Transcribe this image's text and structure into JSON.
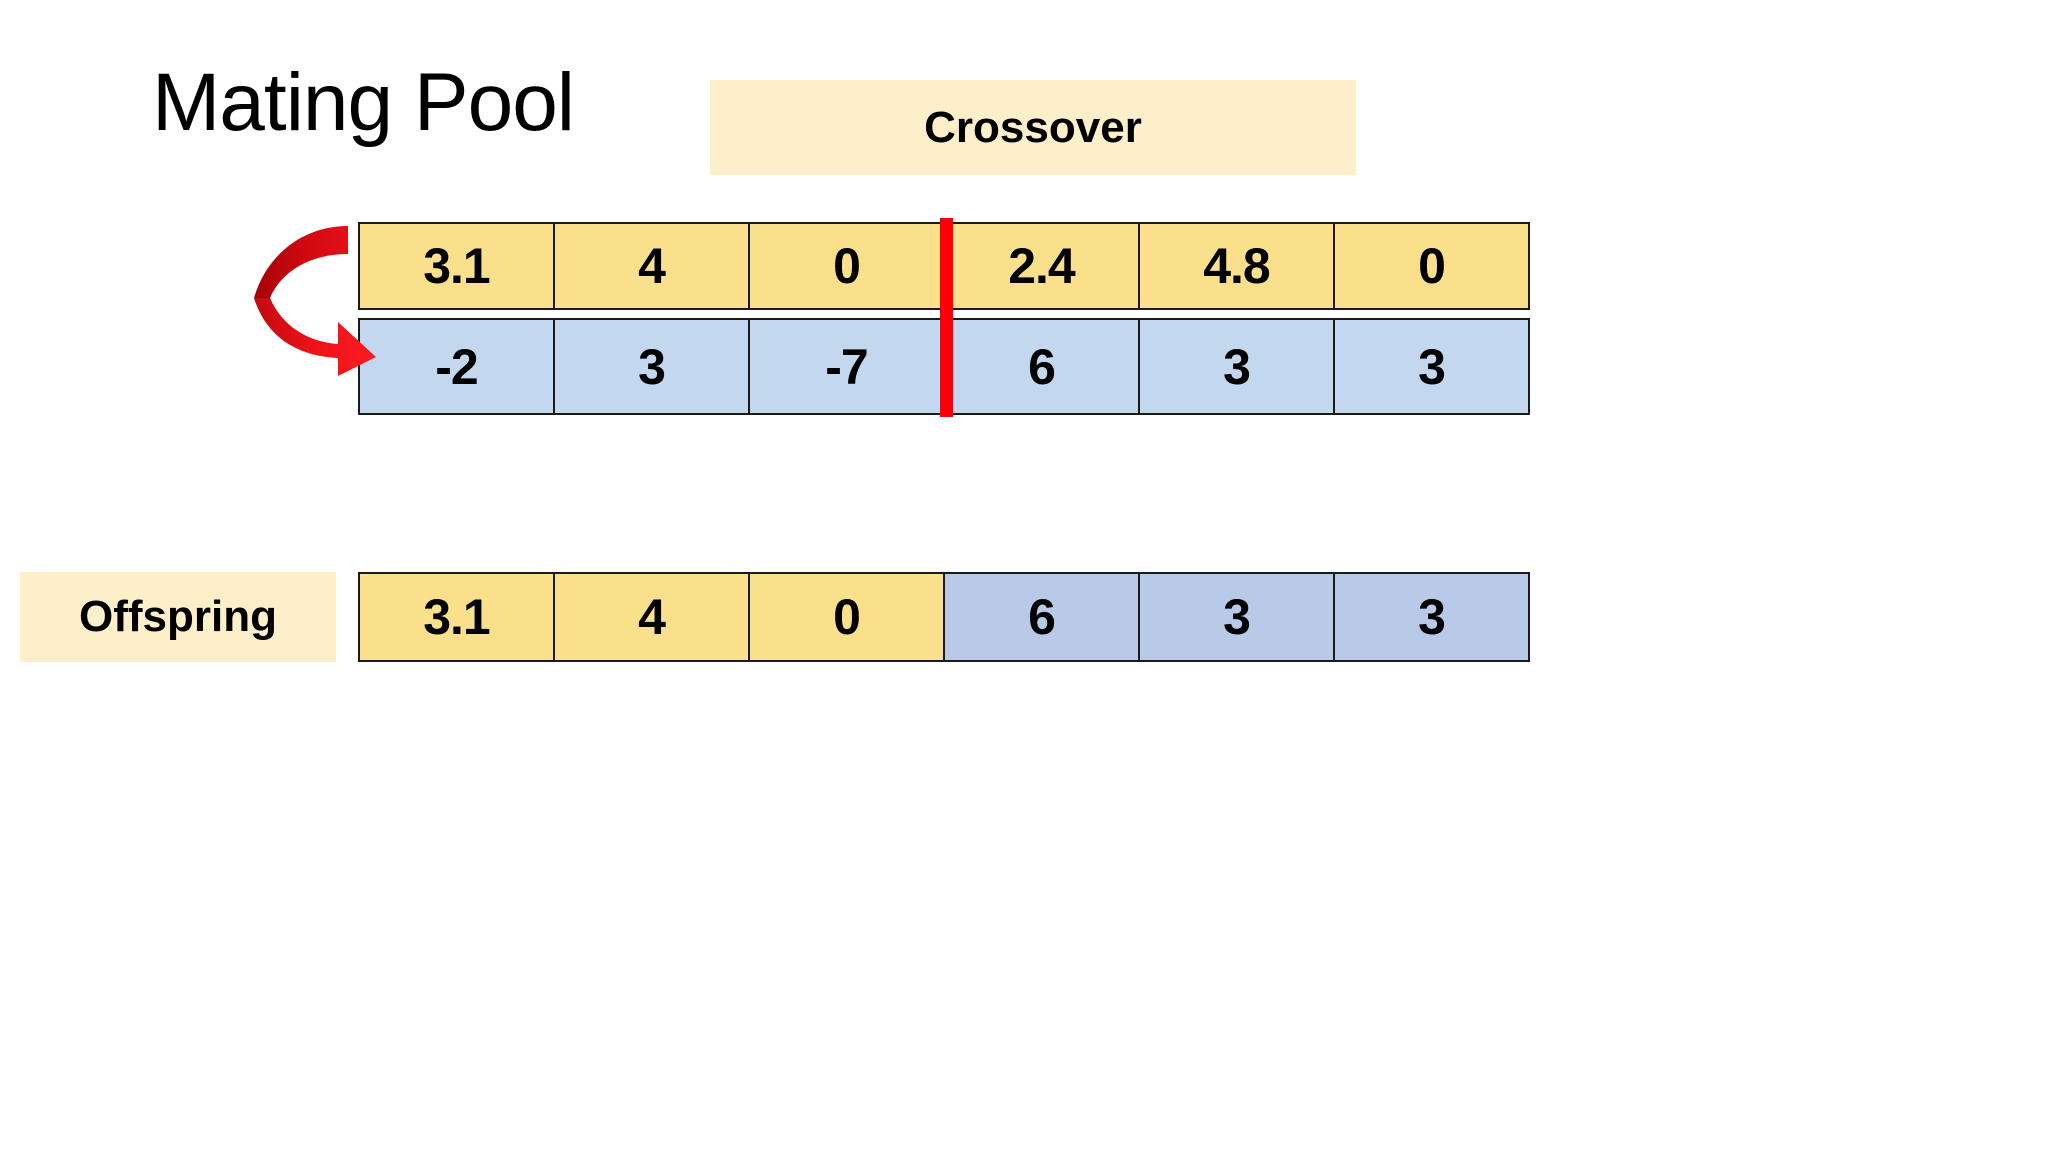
{
  "title": "Mating Pool",
  "labels": {
    "crossover": "Crossover",
    "offspring": "Offspring"
  },
  "colors": {
    "yellow_cell": "#fbe08c",
    "blue_cell": "#c3d8ef",
    "offspring_blue_cell": "#b9c9e8",
    "cream_label": "#fdefca",
    "crossover_line": "#fb0007",
    "arrow": "#d80a12",
    "cell_border": "#1a1a1a",
    "text": "#000000"
  },
  "diagram": {
    "type": "genetic-algorithm-crossover",
    "crossover_point_index": 3,
    "gene_count": 6,
    "mating_pool": {
      "parent_1": {
        "name": "parent-1",
        "style": "yellow",
        "genes": [
          "3.1",
          "4",
          "0",
          "2.4",
          "4.8",
          "0"
        ]
      },
      "parent_2": {
        "name": "parent-2",
        "style": "blue",
        "genes": [
          "-2",
          "3",
          "-7",
          "6",
          "3",
          "3"
        ]
      }
    },
    "offspring": {
      "name": "offspring-1",
      "genes": [
        {
          "value": "3.1",
          "style": "yellow"
        },
        {
          "value": "4",
          "style": "yellow"
        },
        {
          "value": "0",
          "style": "yellow"
        },
        {
          "value": "6",
          "style": "blue2"
        },
        {
          "value": "3",
          "style": "blue2"
        },
        {
          "value": "3",
          "style": "blue2"
        }
      ]
    }
  },
  "icons": {
    "swap_arrow": "curved-swap-arrow-icon",
    "crossover_line": "crossover-cut-line-icon"
  }
}
